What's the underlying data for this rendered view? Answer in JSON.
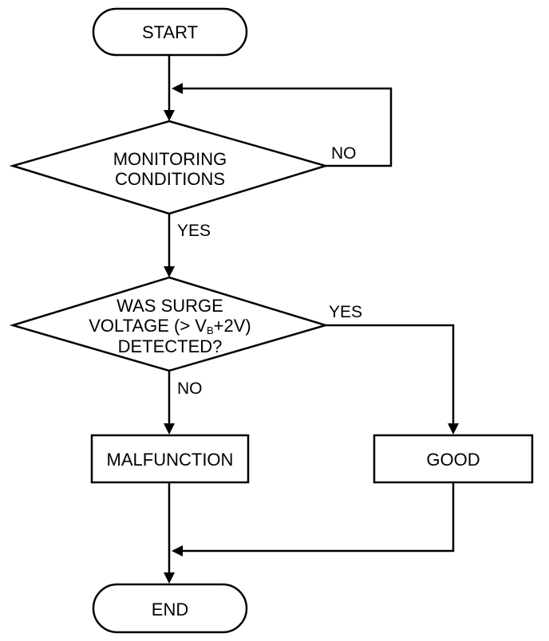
{
  "nodes": {
    "start": "START",
    "monitoring": {
      "line1": "MONITORING",
      "line2": "CONDITIONS"
    },
    "surge": {
      "line1": "WAS SURGE",
      "line2_pre": "VOLTAGE (> V",
      "line2_sub": "B",
      "line2_post": "+2V)",
      "line3": "DETECTED?"
    },
    "malfunction": "MALFUNCTION",
    "good": "GOOD",
    "end": "END"
  },
  "edges": {
    "monitoring_no": "NO",
    "monitoring_yes": "YES",
    "surge_yes": "YES",
    "surge_no": "NO"
  }
}
